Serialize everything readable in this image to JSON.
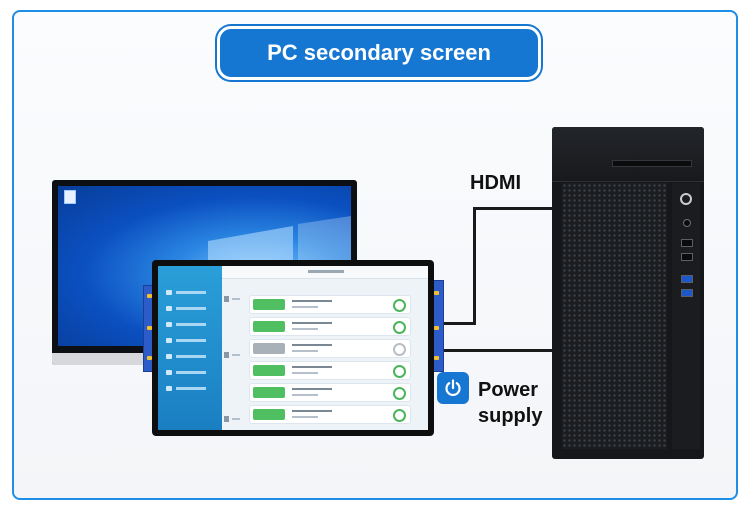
{
  "title": "PC secondary screen",
  "labels": {
    "hdmi": "HDMI",
    "power_line1": "Power",
    "power_line2": "supply"
  },
  "colors": {
    "accent": "#1677d2",
    "border": "#1f8ee6",
    "cable": "#1a1a1a",
    "tower": "#15171a"
  },
  "icons": {
    "power": "power-icon",
    "monitor": "monitor",
    "tower": "desktop-tower"
  }
}
